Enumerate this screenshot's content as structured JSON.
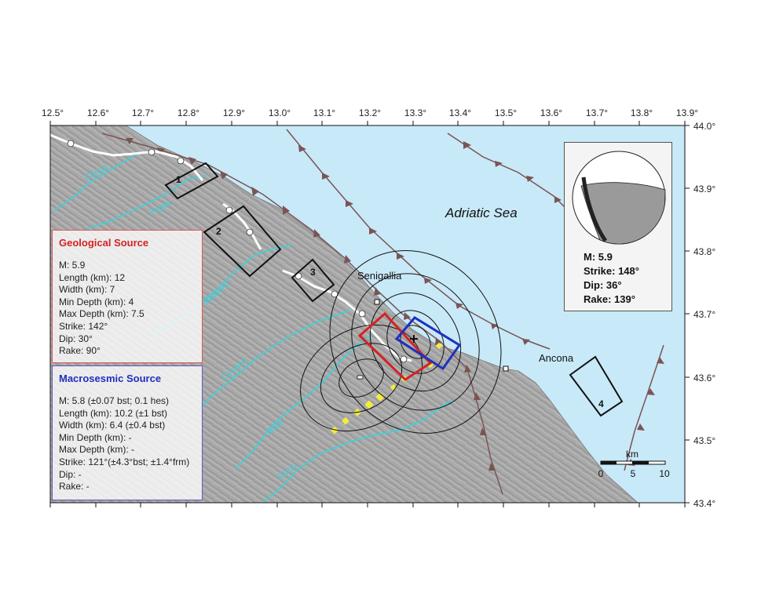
{
  "axes": {
    "x_ticks": [
      "12.5°",
      "12.6°",
      "12.7°",
      "12.8°",
      "12.9°",
      "13.0°",
      "13.1°",
      "13.2°",
      "13.3°",
      "13.4°",
      "13.5°",
      "13.6°",
      "13.7°",
      "13.8°",
      "13.9°"
    ],
    "y_ticks": [
      "44.0°",
      "43.9°",
      "43.8°",
      "43.7°",
      "43.6°",
      "43.5°",
      "43.4°"
    ]
  },
  "labels": {
    "sea": "Adriatic Sea",
    "city1": "Senigallia",
    "city2": "Ancona",
    "scale_unit": "km",
    "scale_ticks": [
      "0",
      "5",
      "10"
    ]
  },
  "rivers": [
    "Conca",
    "Foglia",
    "Metauro",
    "Cesano",
    "Misa",
    "Esino"
  ],
  "boxes": [
    "1",
    "2",
    "3",
    "4"
  ],
  "geological_source": {
    "title": "Geological Source",
    "rows": [
      "M: 5.9",
      "Length (km): 12",
      "Width (km): 7",
      "Min Depth (km): 4",
      "Max Depth (km): 7.5",
      "Strike: 142°",
      "Dip: 30°",
      "Rake: 90°"
    ]
  },
  "macroseismic_source": {
    "title": "Macrosesmic Source",
    "rows": [
      "M: 5.8 (±0.07 bst; 0.1 hes)",
      "Length (km): 10.2 (±1 bst)",
      "Width (km): 6.4 (±0.4 bst)",
      "Min Depth (km): -",
      "Max Depth (km): -",
      "Strike: 121°(±4.3°bst; ±1.4°frm)",
      "Dip: -",
      "Rake: -"
    ]
  },
  "focal_mechanism": {
    "rows": [
      "M: 5.9",
      "Strike: 148°",
      "Dip: 36°",
      "Rake: 139°"
    ]
  },
  "colors": {
    "sea": "#c8e9f8",
    "land": "#a9a9a9",
    "geological": "#d42222",
    "macroseismic": "#1f2fc0",
    "river": "#33d5e0",
    "thrust": "#7a5454"
  }
}
